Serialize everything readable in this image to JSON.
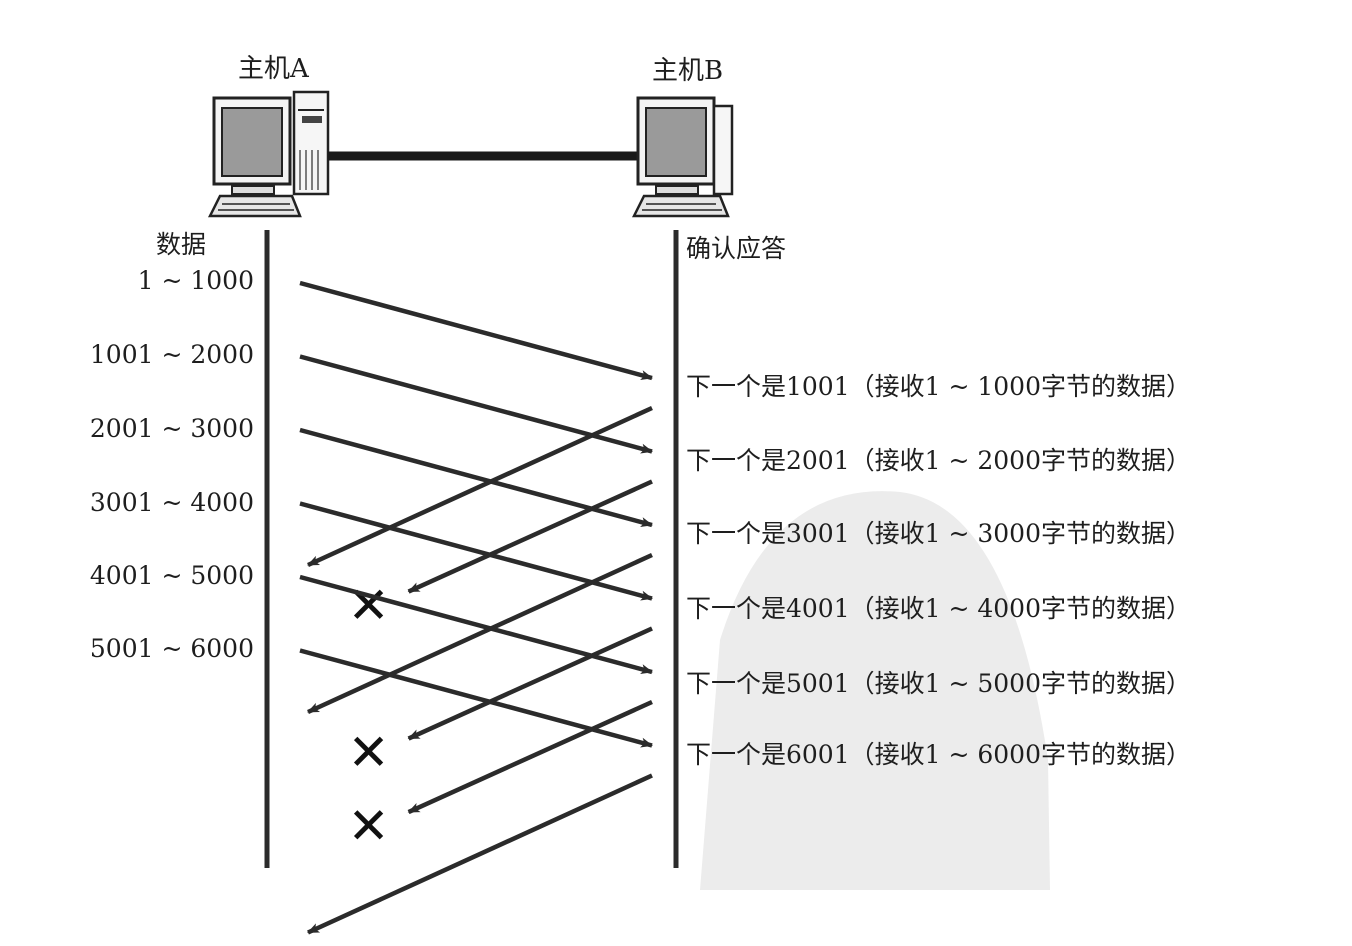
{
  "hosts": {
    "a": "主机A",
    "b": "主机B"
  },
  "columns": {
    "data": "数据",
    "ack": "确认应答"
  },
  "segments": [
    {
      "range": "1 ~ 1000",
      "ack": "下一个是1001（接收1 ~ 1000字节的数据）",
      "ack_lost": false
    },
    {
      "range": "1001 ~ 2000",
      "ack": "下一个是2001（接收1 ~ 2000字节的数据）",
      "ack_lost": true
    },
    {
      "range": "2001 ~ 3000",
      "ack": "下一个是3001（接收1 ~ 3000字节的数据）",
      "ack_lost": false
    },
    {
      "range": "3001 ~ 4000",
      "ack": "下一个是4001（接收1 ~ 4000字节的数据）",
      "ack_lost": true
    },
    {
      "range": "4001 ~ 5000",
      "ack": "下一个是5001（接收1 ~ 5000字节的数据）",
      "ack_lost": true
    },
    {
      "range": "5001 ~ 6000",
      "ack": "下一个是6001（接收1 ~ 6000字节的数据）",
      "ack_lost": false
    }
  ],
  "loss_marker": "✕",
  "colors": {
    "line": "#2b2b2b",
    "monitor_screen": "#9a9a9a",
    "watermark": "#ececec"
  }
}
